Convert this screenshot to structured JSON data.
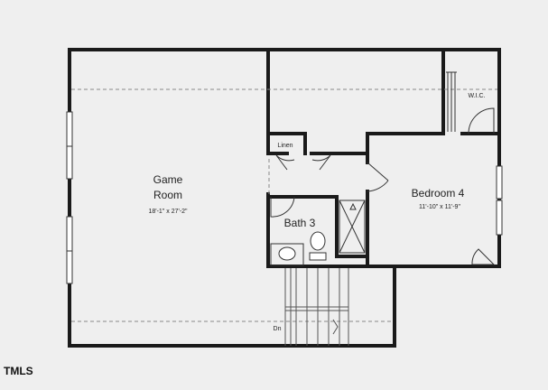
{
  "rooms": {
    "game_room": {
      "name_line1": "Game",
      "name_line2": "Room",
      "dimensions": "18'-1\" x 27'-2\""
    },
    "bedroom_4": {
      "name": "Bedroom 4",
      "dimensions": "11'-10\" x 11'-9\""
    },
    "bath_3": {
      "name": "Bath 3"
    },
    "linen": {
      "name": "Linen"
    },
    "wic": {
      "name": "W.I.C."
    }
  },
  "stairs": {
    "label": "Dn"
  },
  "logo": {
    "text": "TMLS"
  }
}
